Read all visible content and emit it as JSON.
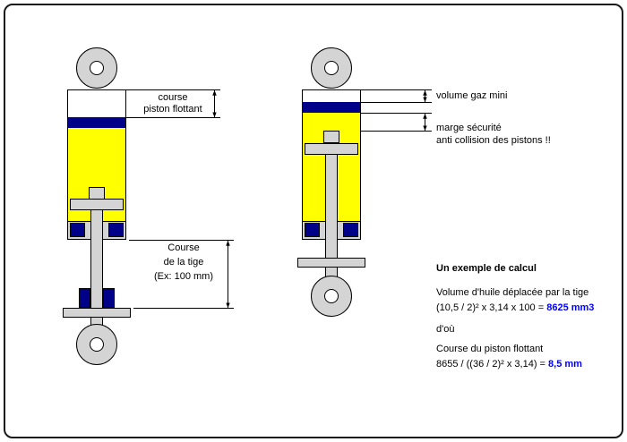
{
  "colors": {
    "oil_yellow": "#ffff00",
    "piston_navy": "#000088",
    "metal_gray": "#d4d4d4",
    "result_blue": "#0000ff"
  },
  "annotations": {
    "course_piston_flottant": {
      "line1": "course",
      "line2": "piston flottant"
    },
    "course_tige": {
      "line1": "Course",
      "line2": "de la tige",
      "line3": "(Ex: 100 mm)"
    },
    "volume_gaz": "volume gaz mini",
    "marge_securite": {
      "line1": "marge sécurité",
      "line2": "anti collision des pistons !!"
    }
  },
  "calc": {
    "title": "Un exemple de calcul",
    "volume_line": "Volume d'huile déplacée par la tige",
    "formula1_expression": "(10,5 / 2)² x 3,14 x 100 = ",
    "formula1_result": "8625 mm3",
    "dou": "d'où",
    "course_line": "Course du piston flottant",
    "formula2_expression": "8655 / ((36 / 2)² x 3,14) = ",
    "formula2_result": "8,5 mm"
  }
}
